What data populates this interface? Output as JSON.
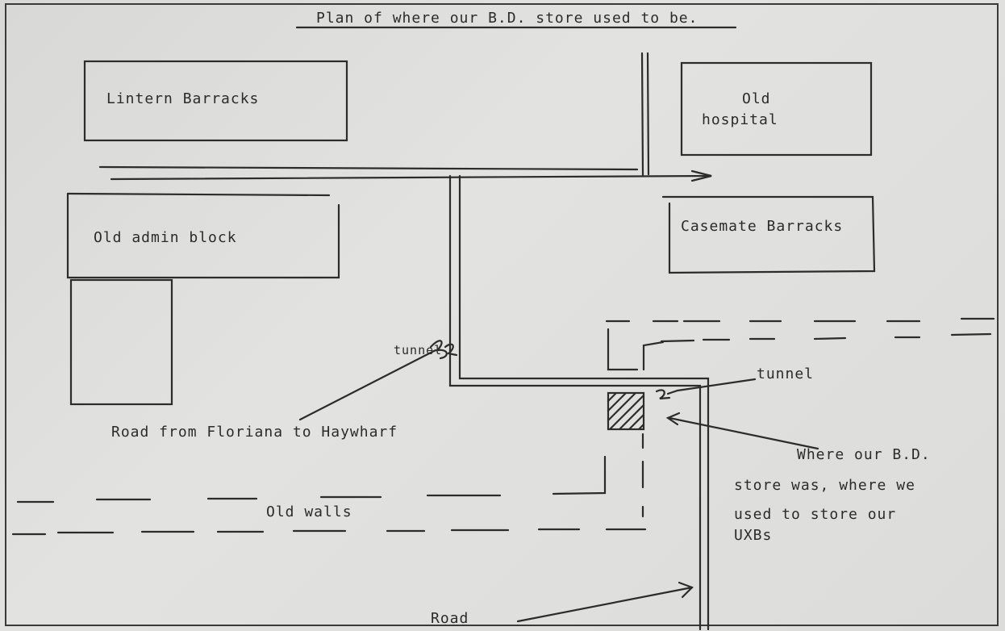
{
  "title": "Plan of where our B.D. store used to be.",
  "buildings": {
    "lintern": "Lintern Barracks",
    "old_hospital_line1": "Old",
    "old_hospital_line2": "hospital",
    "old_admin": "Old admin block",
    "casemate": "Casemate Barracks"
  },
  "labels": {
    "tunnel_left": "tunnel",
    "tunnel_right": "tunnel",
    "road_floriana": "Road from Floriana to Haywharf",
    "old_walls": "Old walls",
    "road": "Road",
    "store_note_line1": "Where our B.D.",
    "store_note_line2": "store was, where we",
    "store_note_line3": "used to store our",
    "store_note_line4": "UXBs"
  }
}
